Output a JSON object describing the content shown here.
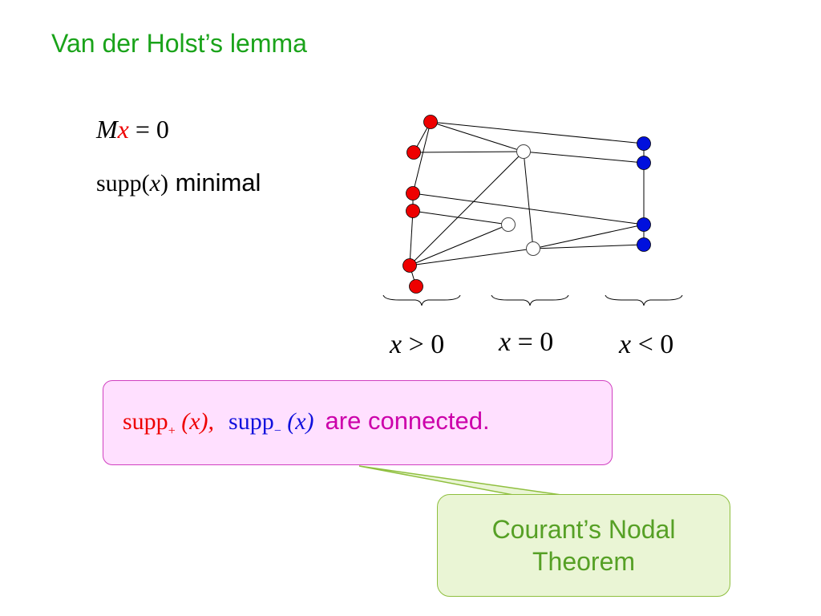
{
  "slide": {
    "title": "Van der Holst’s lemma",
    "equation": {
      "M": "M",
      "x": "x",
      "rest": " = 0"
    },
    "supp_line": {
      "math": "supp(",
      "var": "x",
      "close": ")",
      "word": " minimal"
    },
    "conditions": [
      {
        "var": "x",
        "rel": " > 0"
      },
      {
        "var": "x",
        "rel": " = 0"
      },
      {
        "var": "x",
        "rel": " < 0"
      }
    ],
    "box": {
      "pos_label": "supp",
      "pos_sub": "+",
      "pos_arg": "(x),",
      "neg_label": "supp",
      "neg_sub": "−",
      "neg_arg": "(x)",
      "text": "are connected."
    },
    "callout": {
      "line1": "Courant’s Nodal",
      "line2": "Theorem"
    }
  },
  "graph": {
    "colors": {
      "positive": "#ee0000",
      "negative": "#0010dd",
      "zero": "#ffffff"
    },
    "nodes": [
      {
        "id": "r1",
        "sign": "positive"
      },
      {
        "id": "r2",
        "sign": "positive"
      },
      {
        "id": "r3",
        "sign": "positive"
      },
      {
        "id": "r4",
        "sign": "positive"
      },
      {
        "id": "r5",
        "sign": "positive"
      },
      {
        "id": "r6",
        "sign": "positive"
      },
      {
        "id": "w1",
        "sign": "zero"
      },
      {
        "id": "w2",
        "sign": "zero"
      },
      {
        "id": "w3",
        "sign": "zero"
      },
      {
        "id": "b1",
        "sign": "negative"
      },
      {
        "id": "b2",
        "sign": "negative"
      },
      {
        "id": "b3",
        "sign": "negative"
      },
      {
        "id": "b4",
        "sign": "negative"
      }
    ],
    "edges": [
      [
        "r1",
        "b1"
      ],
      [
        "r1",
        "w1"
      ],
      [
        "r1",
        "r2"
      ],
      [
        "r2",
        "w1"
      ],
      [
        "r1",
        "r3"
      ],
      [
        "r3",
        "b3"
      ],
      [
        "r4",
        "w2"
      ],
      [
        "r3",
        "r4"
      ],
      [
        "r4",
        "r5"
      ],
      [
        "r5",
        "w1"
      ],
      [
        "r5",
        "w2"
      ],
      [
        "r5",
        "w3"
      ],
      [
        "r5",
        "r6"
      ],
      [
        "w1",
        "w3"
      ],
      [
        "w1",
        "b2"
      ],
      [
        "b1",
        "b2"
      ],
      [
        "b2",
        "b3"
      ],
      [
        "w3",
        "b3"
      ],
      [
        "w3",
        "b4"
      ],
      [
        "b3",
        "b4"
      ]
    ]
  }
}
